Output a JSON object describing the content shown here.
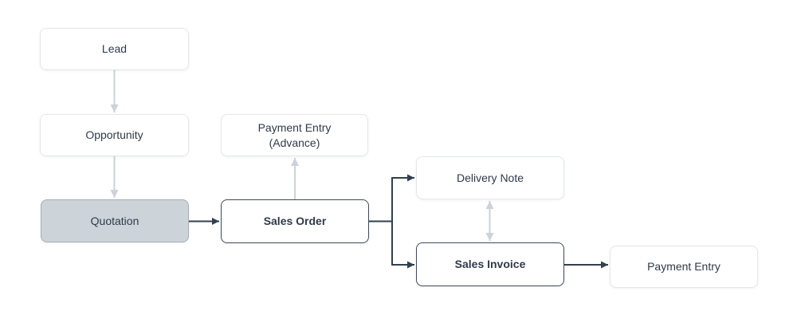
{
  "diagram": {
    "type": "flowchart",
    "nodes": [
      {
        "id": "lead",
        "label": "Lead",
        "state": "default"
      },
      {
        "id": "opportunity",
        "label": "Opportunity",
        "state": "default"
      },
      {
        "id": "quotation",
        "label": "Quotation",
        "state": "highlighted"
      },
      {
        "id": "payment-entry-advance",
        "label": "Payment Entry\n(Advance)",
        "state": "default"
      },
      {
        "id": "sales-order",
        "label": "Sales Order",
        "state": "emphasized"
      },
      {
        "id": "delivery-note",
        "label": "Delivery Note",
        "state": "default"
      },
      {
        "id": "sales-invoice",
        "label": "Sales Invoice",
        "state": "emphasized"
      },
      {
        "id": "payment-entry",
        "label": "Payment Entry",
        "state": "default"
      }
    ],
    "edges": [
      {
        "from": "Lead",
        "to": "Opportunity",
        "style": "light",
        "direction": "one-way"
      },
      {
        "from": "Opportunity",
        "to": "Quotation",
        "style": "light",
        "direction": "one-way"
      },
      {
        "from": "Quotation",
        "to": "Sales Order",
        "style": "dark",
        "direction": "one-way"
      },
      {
        "from": "Sales Order",
        "to": "Payment Entry (Advance)",
        "style": "light",
        "direction": "one-way"
      },
      {
        "from": "Sales Order",
        "to": "Delivery Note",
        "style": "dark",
        "direction": "one-way"
      },
      {
        "from": "Sales Order",
        "to": "Sales Invoice",
        "style": "dark",
        "direction": "one-way"
      },
      {
        "from": "Delivery Note",
        "to": "Sales Invoice",
        "style": "light",
        "direction": "two-way"
      },
      {
        "from": "Sales Invoice",
        "to": "Payment Entry",
        "style": "dark",
        "direction": "one-way"
      }
    ]
  },
  "colors": {
    "bg": "#ffffff",
    "node-fill": "#ffffff",
    "node-border": "#e3e7eb",
    "node-text": "#2f3a49",
    "hl-fill": "#ccd4da",
    "hl-border": "#a6aeb7",
    "emp-border": "#3f4b5a",
    "arrow-light": "#ccd2d9",
    "arrow-dark": "#333f4e"
  }
}
